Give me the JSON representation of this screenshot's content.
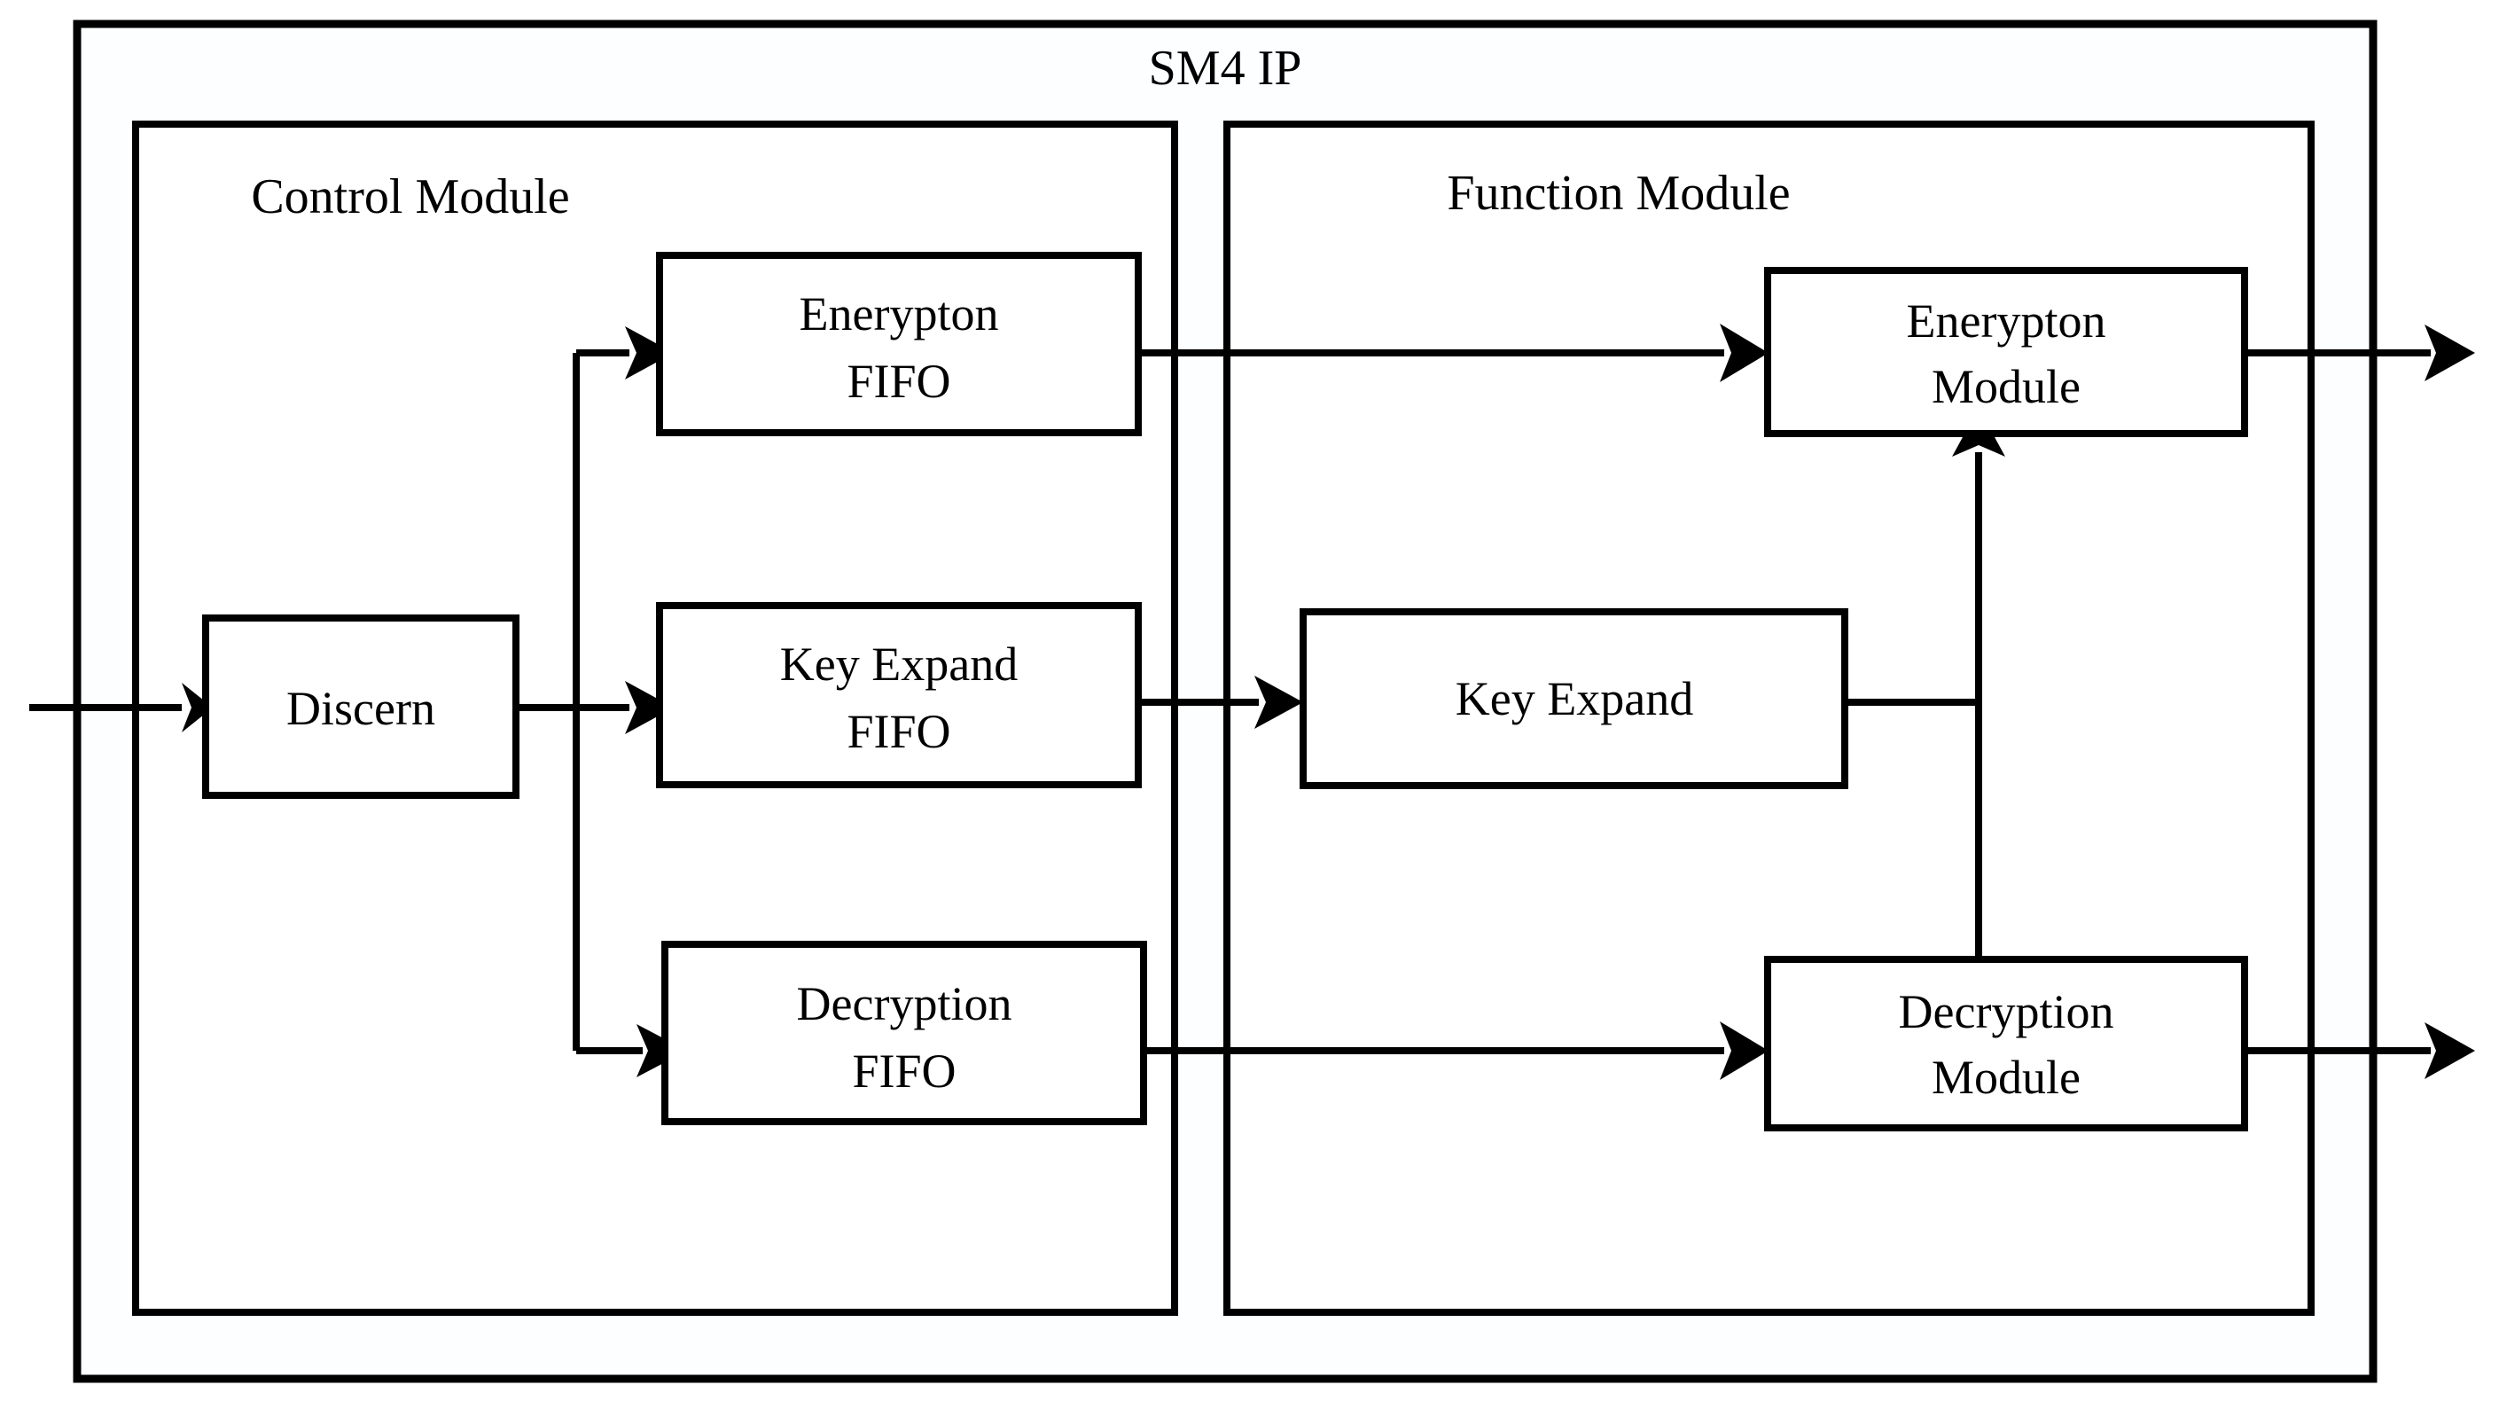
{
  "diagram": {
    "title": "SM4 IP",
    "groups": [
      {
        "id": "control",
        "label": "Control Module"
      },
      {
        "id": "function",
        "label": "Function Module"
      }
    ],
    "blocks": [
      {
        "id": "discern",
        "label": "Discern",
        "lines": [
          "Discern"
        ]
      },
      {
        "id": "enerypton-fifo",
        "label": "Enerypton FIFO",
        "lines": [
          "Enerypton",
          "FIFO"
        ]
      },
      {
        "id": "key-expand-fifo",
        "label": "Key Expand FIFO",
        "lines": [
          "Key Expand",
          "FIFO"
        ]
      },
      {
        "id": "decryption-fifo",
        "label": "Decryption FIFO",
        "lines": [
          "Decryption",
          "FIFO"
        ]
      },
      {
        "id": "enerypton-module",
        "label": "Enerypton Module",
        "lines": [
          "Enerypton",
          "Module"
        ]
      },
      {
        "id": "key-expand",
        "label": "Key Expand",
        "lines": [
          "Key Expand"
        ]
      },
      {
        "id": "decryption-module",
        "label": "Decryption Module",
        "lines": [
          "Decryption",
          "Module"
        ]
      }
    ],
    "colors": {
      "stroke": "#000000",
      "fill": "#ffffff",
      "outer_fill": "#fdfeff",
      "text": "#000000"
    }
  }
}
